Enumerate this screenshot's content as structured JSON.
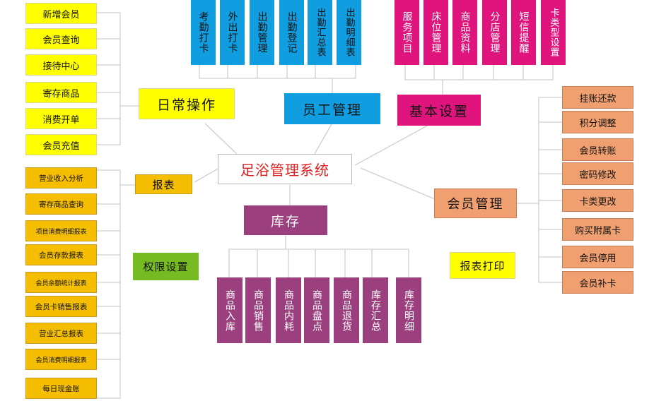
{
  "center": "足浴管理系统",
  "groups": {
    "daily": {
      "title": "日常操作",
      "items": [
        "新增会员",
        "会员查询",
        "接待中心",
        "寄存商品",
        "消费开单",
        "会员充值"
      ]
    },
    "staff": {
      "title": "员工管理",
      "items": [
        "考勤打卡",
        "外出打卡",
        "出勤管理",
        "出勤登记",
        "出勤汇总表",
        "出勤明细表"
      ]
    },
    "basic": {
      "title": "基本设置",
      "items": [
        "服务项目",
        "床位管理",
        "商品资料",
        "分店管理",
        "短信提醒",
        "卡类型设置"
      ]
    },
    "reports": {
      "title": "报表",
      "items": [
        "营业收入分析",
        "寄存商品查询",
        "项目消费明细报表",
        "会员存款报表",
        "会员余额统计报表",
        "会员卡销售报表",
        "营业汇总报表",
        "会员消费明细报表",
        "每日现金账"
      ]
    },
    "members": {
      "title": "会员管理",
      "items": [
        "挂账还款",
        "积分调整",
        "会员转账",
        "密码修改",
        "卡类更改",
        "购买附属卡",
        "会员停用",
        "会员补卡"
      ]
    },
    "inventory": {
      "title": "库存",
      "items": [
        "商品入库",
        "商品销售",
        "商品内耗",
        "商品盘点",
        "商品退货",
        "库存汇总",
        "库存明细"
      ]
    }
  },
  "permissions": "权限设置",
  "print": "报表打印",
  "colors": {
    "daily": "#ffff00",
    "staff": "#119ee0",
    "basic": "#e0147d",
    "reports": "#f5be00",
    "members": "#f0a070",
    "inventory": "#9b3f7e",
    "permissions": "#77bb22"
  }
}
